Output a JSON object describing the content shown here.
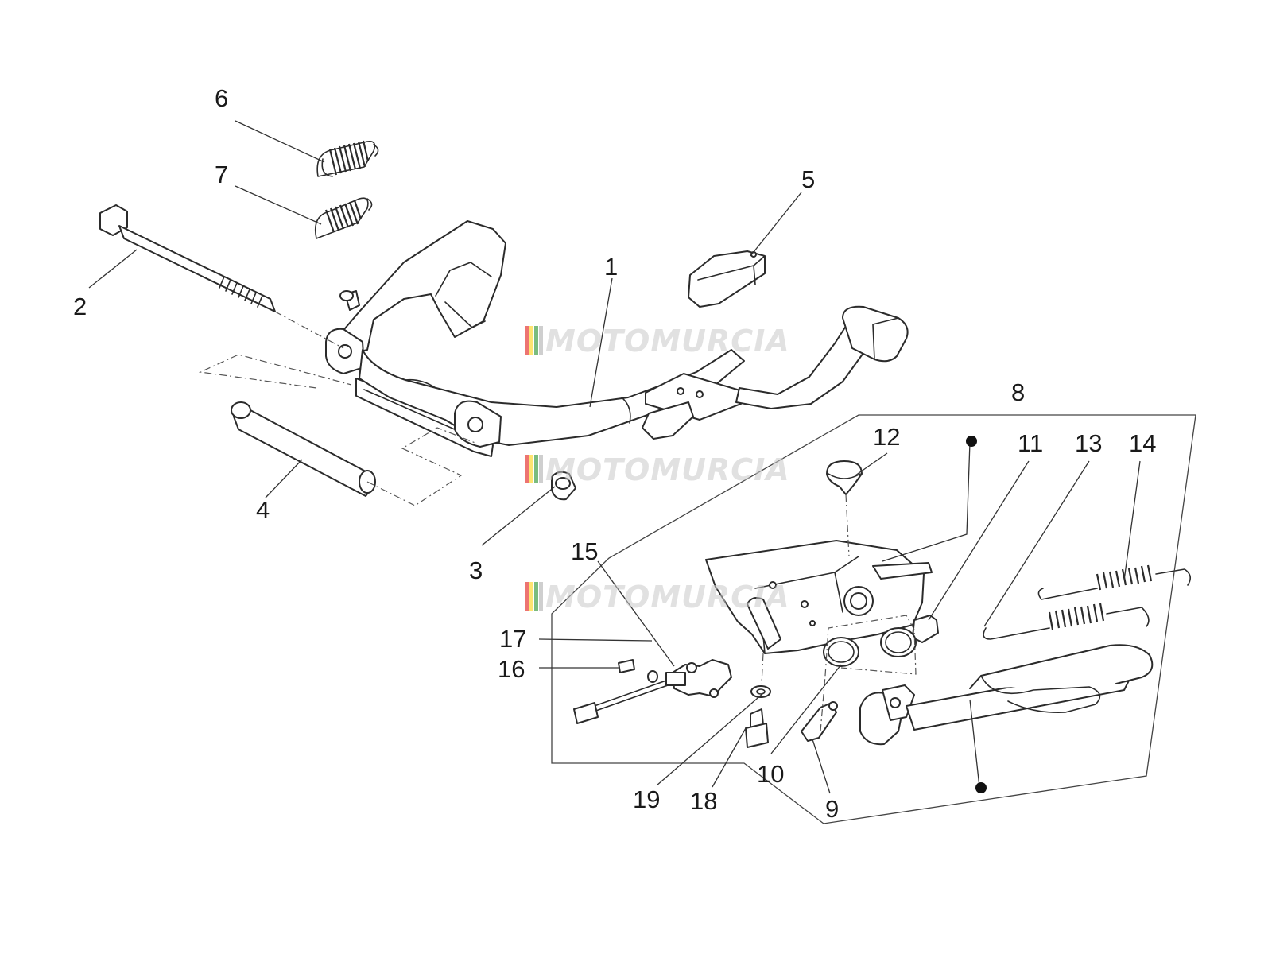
{
  "callouts": {
    "c1": "1",
    "c2": "2",
    "c3": "3",
    "c4": "4",
    "c5": "5",
    "c6": "6",
    "c7": "7",
    "c8": "8",
    "c9": "9",
    "c10": "10",
    "c11": "11",
    "c12": "12",
    "c13": "13",
    "c14": "14",
    "c15": "15",
    "c16": "16",
    "c17": "17",
    "c18": "18",
    "c19": "19"
  },
  "watermark": {
    "text": "MOTOMURCIA",
    "stripe_colors": [
      "#e53935",
      "#fdd835",
      "#43a047",
      "#c8c8c8"
    ]
  }
}
